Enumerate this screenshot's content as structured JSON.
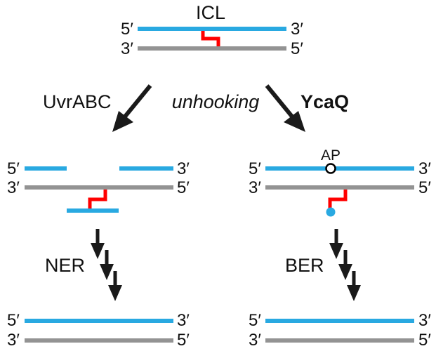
{
  "colors": {
    "top_strand": "#29a9e1",
    "bottom_strand": "#939393",
    "crosslink": "#ff0000",
    "arrow": "#1a1a1a",
    "ap_site_fill": "#ffffff",
    "ap_site_stroke": "#000000",
    "adduct_dot": "#29a9e1"
  },
  "top": {
    "title": "ICL",
    "top_left": "5′",
    "top_right": "3′",
    "bottom_left": "3′",
    "bottom_right": "5′"
  },
  "unhooking": {
    "left_enzyme": "UvrABC",
    "center_label": "unhooking",
    "right_enzyme": "YcaQ"
  },
  "left_intermediate": {
    "top_left": "5′",
    "top_right": "3′",
    "bottom_left": "3′",
    "bottom_right": "5′"
  },
  "right_intermediate": {
    "site_label": "AP",
    "top_left": "5′",
    "top_right": "3′",
    "bottom_left": "3′",
    "bottom_right": "5′"
  },
  "pathways": {
    "left": "NER",
    "right": "BER"
  },
  "left_product": {
    "top_left": "5′",
    "top_right": "3′",
    "bottom_left": "3′",
    "bottom_right": "5′"
  },
  "right_product": {
    "top_left": "5′",
    "top_right": "3′",
    "bottom_left": "3′",
    "bottom_right": "5′"
  }
}
